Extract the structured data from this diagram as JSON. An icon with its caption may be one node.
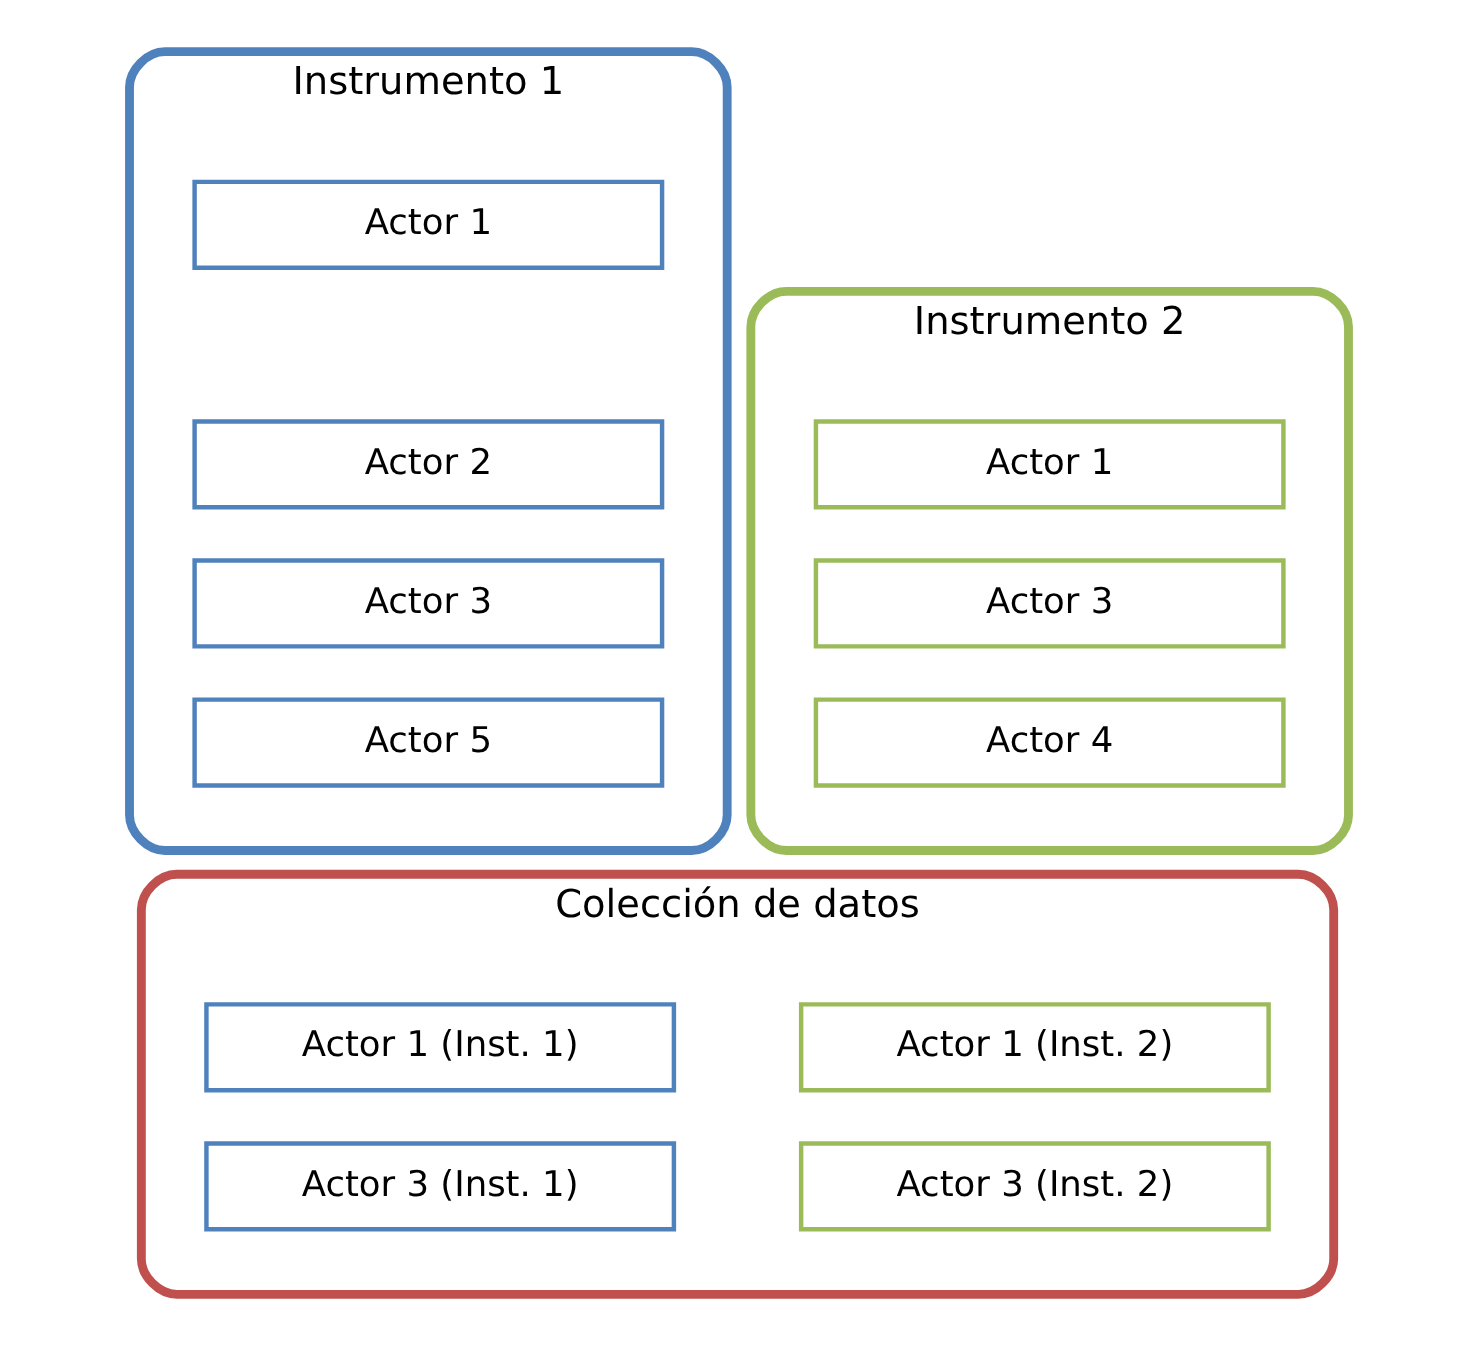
{
  "diagram": {
    "nodes": [
      {
        "text": [
          "Instrumento 1"
        ]
      },
      {
        "text": [
          "Actor 1"
        ],
        "in": 0
      },
      {
        "text": [
          "Actor 2"
        ],
        "in": 0
      },
      {
        "text": [
          "Actor 3"
        ],
        "in": 0
      },
      {
        "text": [
          "Actor 5"
        ],
        "in": 0
      },
      {
        "text": [
          "Instrumento 2"
        ]
      },
      {
        "text": [
          "Actor 1"
        ],
        "in": 5
      },
      {
        "text": [
          "Actor 3"
        ],
        "in": 5
      },
      {
        "text": [
          "Actor 4"
        ],
        "in": 5
      },
      {
        "text": [
          "Colección de datos"
        ]
      },
      {
        "text": [
          "Actor 1 (Inst. 1)"
        ],
        "in": 9
      },
      {
        "text": [
          "Actor 1 (Inst. 2)"
        ],
        "in": 9
      },
      {
        "text": [
          "Actor 3 (Inst. 1)"
        ],
        "in": 9
      },
      {
        "text": [
          "Actor 3 (Inst. 2)"
        ],
        "in": 9
      }
    ],
    "edges": []
  }
}
